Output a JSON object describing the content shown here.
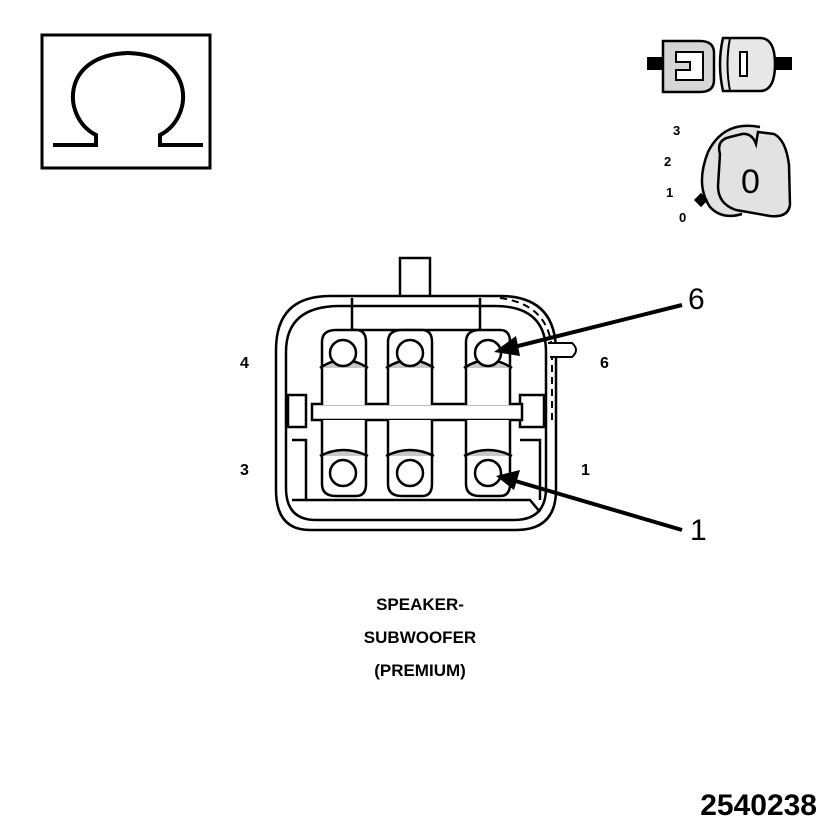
{
  "icons": {
    "ohm_icon": "omega-ohm-icon",
    "connector_icon": "disconnected-connector-icon",
    "ignition_icon": "ignition-key-icon"
  },
  "ignition": {
    "positions": [
      "3",
      "2",
      "1",
      "0"
    ],
    "key_label": "0"
  },
  "connector": {
    "face_labels": {
      "top_left": "4",
      "top_right": "6",
      "bottom_left": "3",
      "bottom_right": "1"
    },
    "callouts": {
      "upper": "6",
      "lower": "1"
    }
  },
  "caption": {
    "line1": "SPEAKER-",
    "line2": "SUBWOOFER",
    "line3": "(PREMIUM)"
  },
  "figure_number": "2540238",
  "colors": {
    "ink": "#000000",
    "paper": "#ffffff",
    "shade": "#c8c8c8"
  }
}
